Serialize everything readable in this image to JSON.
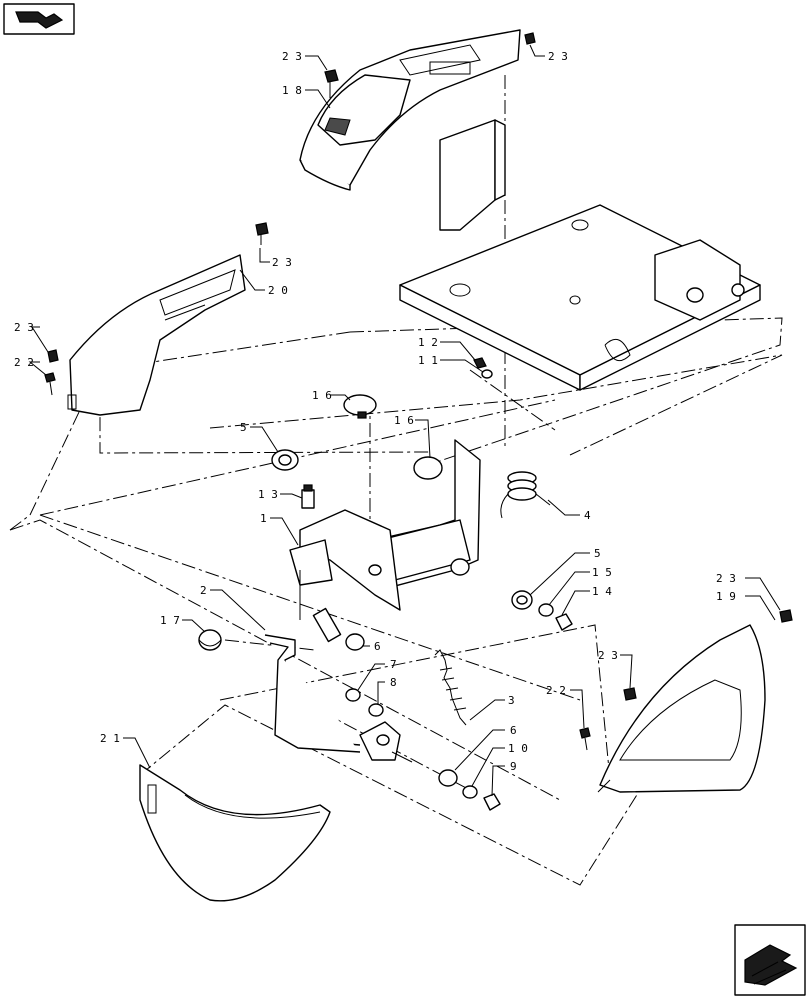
{
  "navigation": {
    "top_icon": "page-back-icon",
    "bottom_icon": "page-forward-icon"
  },
  "callouts": [
    {
      "id": "c23a",
      "label": "2 3"
    },
    {
      "id": "c23b",
      "label": "2 3"
    },
    {
      "id": "c18",
      "label": "1 8"
    },
    {
      "id": "c23c",
      "label": "2 3"
    },
    {
      "id": "c20",
      "label": "2 0"
    },
    {
      "id": "c23d",
      "label": "2 3"
    },
    {
      "id": "c22a",
      "label": "2 2"
    },
    {
      "id": "c12",
      "label": "1 2"
    },
    {
      "id": "c11",
      "label": "1 1"
    },
    {
      "id": "c16a",
      "label": "1 6"
    },
    {
      "id": "c16b",
      "label": "1 6"
    },
    {
      "id": "c5a",
      "label": "5"
    },
    {
      "id": "c4",
      "label": "4"
    },
    {
      "id": "c13",
      "label": "1 3"
    },
    {
      "id": "c1",
      "label": "1"
    },
    {
      "id": "c5b",
      "label": "5"
    },
    {
      "id": "c15",
      "label": "1 5"
    },
    {
      "id": "c14",
      "label": "1 4"
    },
    {
      "id": "c2",
      "label": "2"
    },
    {
      "id": "c17",
      "label": "1 7"
    },
    {
      "id": "c6a",
      "label": "6"
    },
    {
      "id": "c7",
      "label": "7"
    },
    {
      "id": "c8",
      "label": "8"
    },
    {
      "id": "c3",
      "label": "3"
    },
    {
      "id": "c21",
      "label": "2 1"
    },
    {
      "id": "c6b",
      "label": "6"
    },
    {
      "id": "c10",
      "label": "1 0"
    },
    {
      "id": "c9",
      "label": "9"
    },
    {
      "id": "c23e",
      "label": "2 3"
    },
    {
      "id": "c19",
      "label": "1 9"
    },
    {
      "id": "c23f",
      "label": "2 3"
    },
    {
      "id": "c22b",
      "label": "2 2"
    }
  ]
}
